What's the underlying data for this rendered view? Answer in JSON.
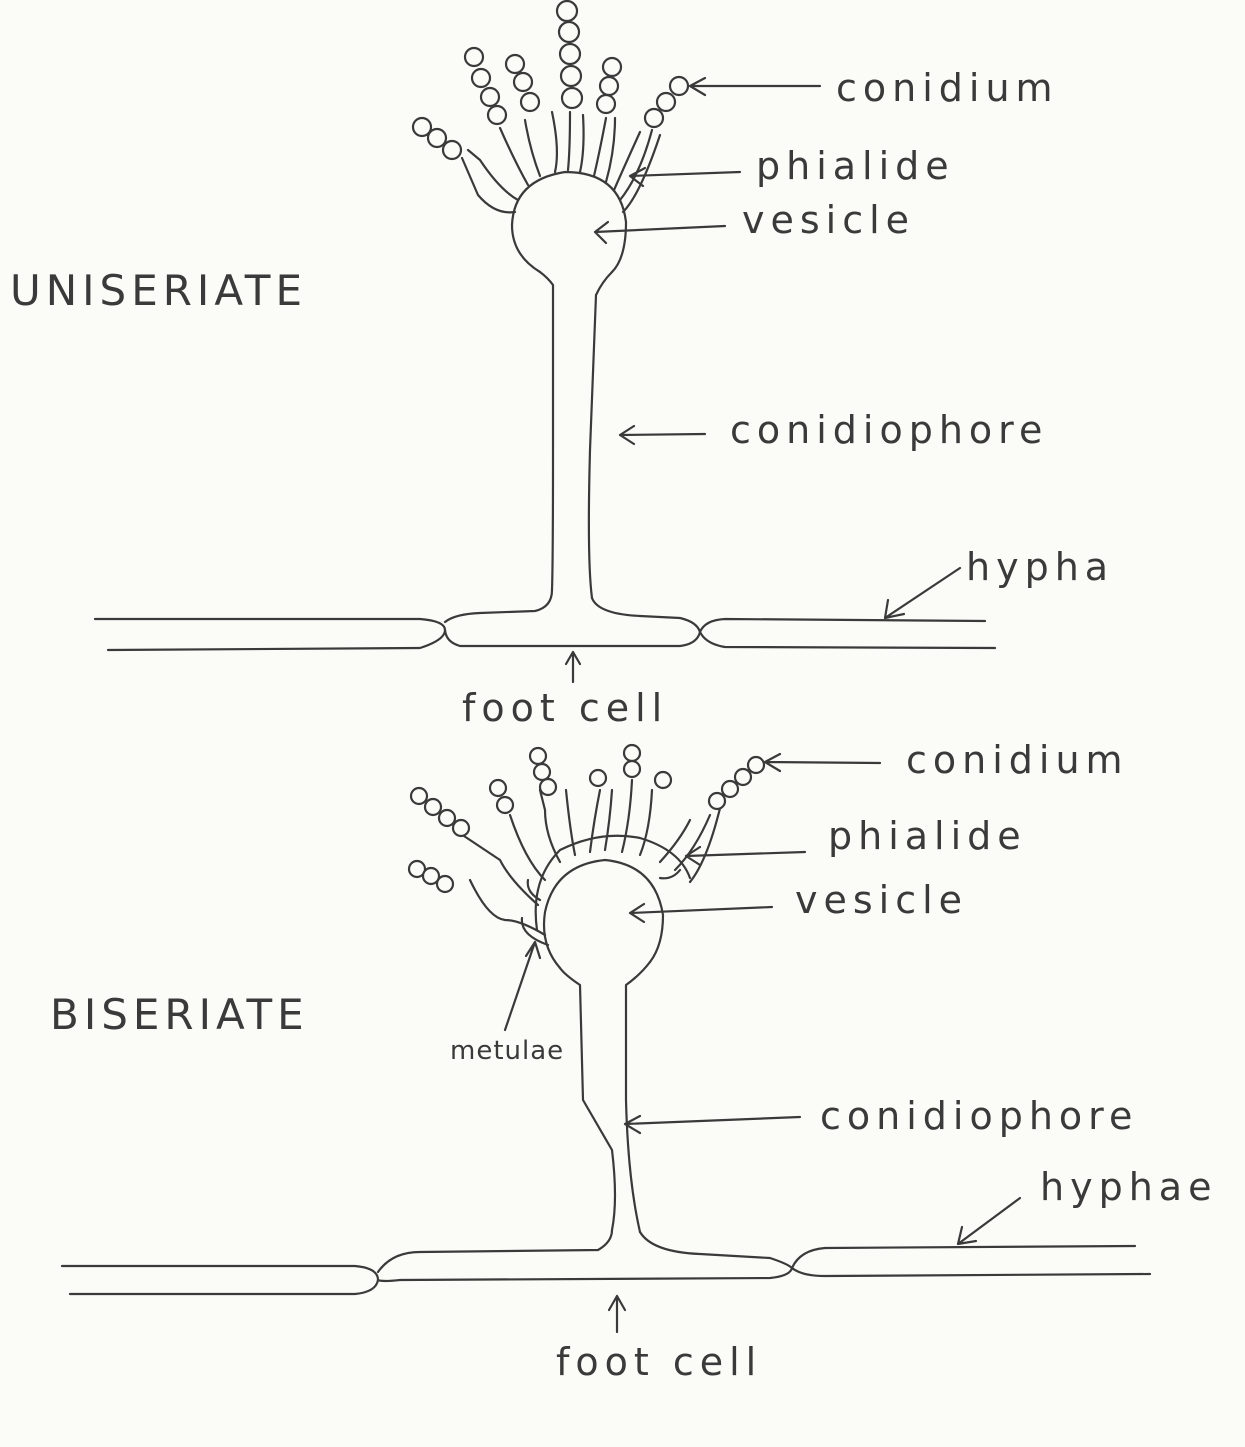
{
  "uniseriate": {
    "title": "UNISERIATE",
    "labels": {
      "conidium": "conidium",
      "phialide": "phialide",
      "vesicle": "vesicle",
      "conidiophore": "conidiophore",
      "hypha": "hypha",
      "foot_cell": "foot cell"
    }
  },
  "biseriate": {
    "title": "BISERIATE",
    "labels": {
      "conidium": "conidium",
      "phialide": "phialide",
      "vesicle": "vesicle",
      "metulae": "metulae",
      "conidiophore": "conidiophore",
      "hyphae": "hyphae",
      "foot_cell": "foot cell"
    }
  },
  "colors": {
    "ink": "#3a3a3a",
    "paper": "#fbfbf8"
  }
}
